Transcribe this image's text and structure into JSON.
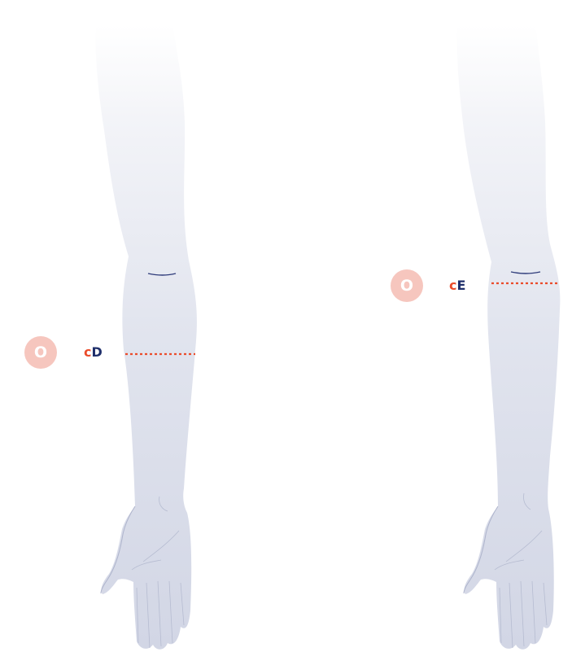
{
  "colors": {
    "arm_top": "#f7f8fb",
    "arm_bottom": "#d3d7e6",
    "outline": "#aeb4cc",
    "measure_line": "#ea4c2b",
    "marker_bg": "#f6c6be",
    "label_prefix": "#ea4c2b",
    "label_code": "#1f2f6b"
  },
  "arms": [
    {
      "marker": {
        "text": "O"
      },
      "label": {
        "prefix": "c",
        "code": "D"
      }
    },
    {
      "marker": {
        "text": "O"
      },
      "label": {
        "prefix": "c",
        "code": "E"
      }
    }
  ]
}
